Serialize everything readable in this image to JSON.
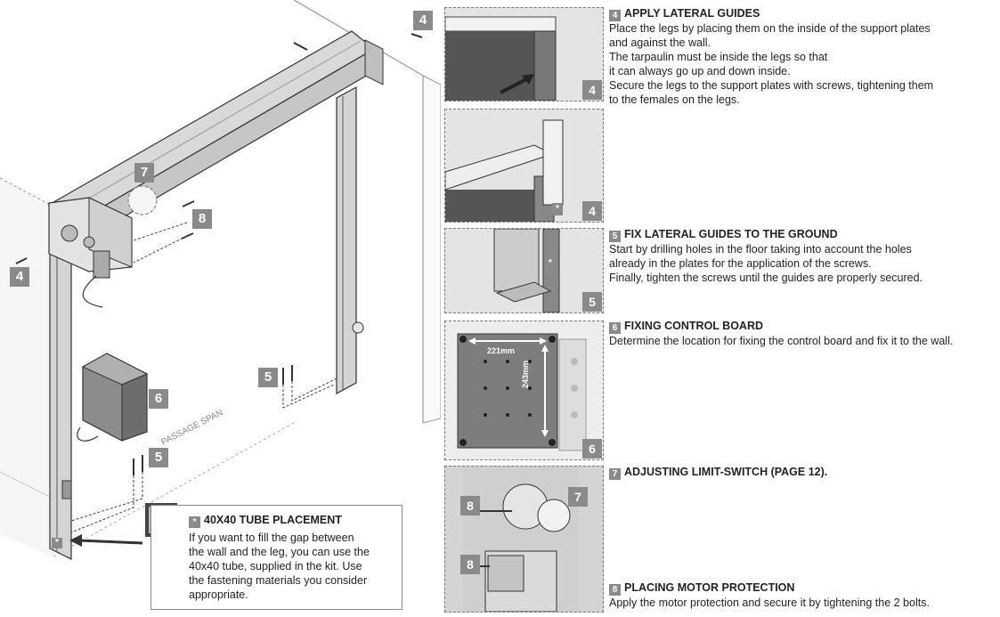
{
  "sections": [
    {
      "num": "4",
      "title": "APPLY LATERAL GUIDES",
      "lines": [
        "Place the legs by placing them on the inside of the support plates",
        "and against the wall.",
        "The tarpaulin must be inside the legs so that",
        "it can always go up and down inside.",
        "Secure the legs to the support plates with screws, tightening them",
        "to the females on the legs."
      ]
    },
    {
      "num": "5",
      "title": "FIX LATERAL GUIDES TO THE GROUND",
      "lines": [
        "Start by drilling holes in the floor taking into account the holes",
        "already in the plates for the application of the screws.",
        "Finally, tighten the screws until the guides are properly secured."
      ]
    },
    {
      "num": "6",
      "title": "FIXING CONTROL BOARD",
      "lines": [
        "Determine the location for fixing the control board and fix it to the wall."
      ]
    },
    {
      "num": "7",
      "title": "ADJUSTING LIMIT-SWITCH (PAGE 12).",
      "lines": []
    },
    {
      "num": "8",
      "title": "PLACING MOTOR PROTECTION",
      "lines": [
        "Apply the motor protection and secure it by tightening the 2 bolts."
      ]
    }
  ],
  "note": {
    "icon": "info-icon",
    "badge": "*",
    "title": "40X40 TUBE PLACEMENT",
    "lines": [
      "If you want to fill the gap between",
      "the wall and the leg, you can use the",
      "40x40 tube, supplied in the kit. Use",
      "the fastening materials you consider",
      "appropriate."
    ]
  },
  "diagram": {
    "labels": {
      "b4a": "4",
      "b4b": "4",
      "b5a": "5",
      "b5b": "5",
      "b6": "6",
      "b7": "7",
      "b8": "8",
      "star": "*"
    },
    "passage_span": "PASSAGE SPAN"
  },
  "thumbs": {
    "t1": "4",
    "t2": "4",
    "t2star": "*",
    "t3": "5",
    "t3star": "*",
    "t4": "6",
    "t4w": "221mm",
    "t4h": "243mm",
    "t5a": "8",
    "t5b": "8",
    "t5c": "7"
  },
  "colors": {
    "badge": "#8a8a8a",
    "line": "#333333"
  }
}
